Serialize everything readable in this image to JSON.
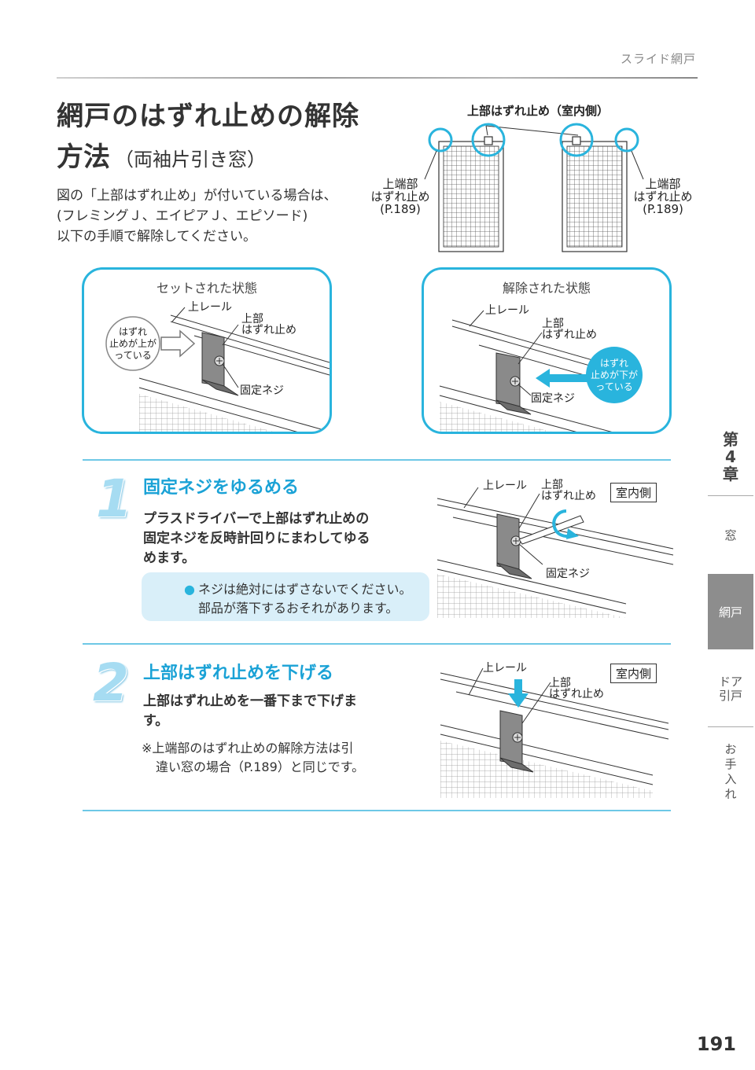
{
  "header": {
    "section": "スライド網戸"
  },
  "title": {
    "line1": "網戸のはずれ止めの解除",
    "line2": "方法",
    "line2_sub": "（両袖片引き窓）"
  },
  "intro": {
    "line1": "図の「上部はずれ止め」が付いている場合は、",
    "line2": "(フレミングＪ、エイピアＪ、エピソード)",
    "line3": "以下の手順で解除してください。"
  },
  "top_diagram": {
    "top_label": "上部はずれ止め（室内側）",
    "left_label": [
      "上端部",
      "はずれ止め",
      "(P.189)"
    ],
    "right_label": [
      "上端部",
      "はずれ止め",
      "(P.189)"
    ]
  },
  "set_state": {
    "title": "セットされた状態",
    "rail": "上レール",
    "stopper": [
      "上部",
      "はずれ止め"
    ],
    "bubble": [
      "はずれ",
      "止めが上が",
      "っている"
    ],
    "screw": "固定ネジ"
  },
  "released_state": {
    "title": "解除された状態",
    "rail": "上レール",
    "stopper": [
      "上部",
      "はずれ止め"
    ],
    "bubble": [
      "はずれ",
      "止めが下が",
      "っている"
    ],
    "screw": "固定ネジ"
  },
  "step1": {
    "number": "1",
    "title": "固定ネジをゆるめる",
    "body": [
      "プラスドライバーで上部はずれ止めの",
      "固定ネジを反時計回りにまわしてゆる",
      "めます。"
    ],
    "note": [
      "ネジは絶対にはずさないでください。",
      "部品が落下するおそれがあります。"
    ],
    "fig": {
      "rail": "上レール",
      "stopper": [
        "上部",
        "はずれ止め"
      ],
      "room": "室内側",
      "screw": "固定ネジ"
    }
  },
  "step2": {
    "number": "2",
    "title": "上部はずれ止めを下げる",
    "body": [
      "上部はずれ止めを一番下まで下げま",
      "す。"
    ],
    "remark": [
      "※上端部のはずれ止めの解除方法は引",
      "違い窓の場合（P.189）と同じです。"
    ],
    "fig": {
      "rail": "上レール",
      "stopper": [
        "上部",
        "はずれ止め"
      ],
      "room": "室内側"
    }
  },
  "sidebar": {
    "chapter": [
      "第",
      "4",
      "章"
    ],
    "items": [
      "窓",
      "網戸",
      "ドア",
      "引戸",
      "お",
      "手",
      "入",
      "れ"
    ]
  },
  "page_number": "191",
  "colors": {
    "accent": "#29b4dd",
    "step_title": "#1aa2d6",
    "note_bg": "#d9eff9",
    "sidebar_active": "#8d8d8d"
  }
}
